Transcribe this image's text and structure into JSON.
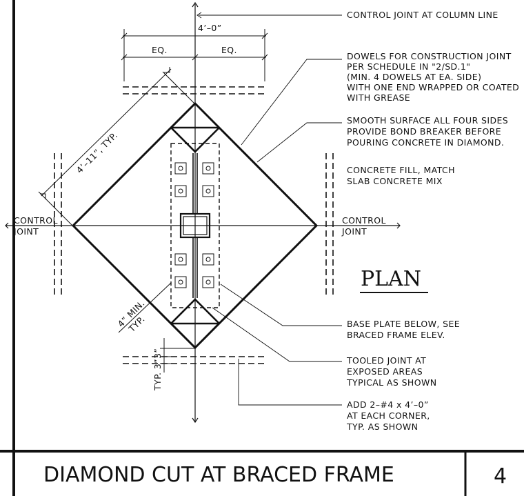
{
  "drawing": {
    "dim_top": "4’–0”",
    "dim_eq_left": "EQ.",
    "dim_eq_right": "EQ.",
    "dim_diag": "4’–11”, TYP.",
    "dim_min_1": "4” MIN.",
    "dim_min_2": "TYP.",
    "dim_small": "TYP. 3”3”",
    "cj_left_1": "CONTROL",
    "cj_left_2": "JOINT",
    "cj_right_1": "CONTROL",
    "cj_right_2": "JOINT",
    "plan_label": "PLAN"
  },
  "notes": {
    "control_joint_column": [
      "CONTROL JOINT AT COLUMN LINE"
    ],
    "dowels": [
      "DOWELS FOR CONSTRUCTION JOINT",
      "PER SCHEDULE IN \"2/SD.1\"",
      "(MIN. 4 DOWELS AT EA. SIDE)",
      "WITH ONE END WRAPPED OR COATED",
      "WITH GREASE"
    ],
    "smooth_surface": [
      "SMOOTH SURFACE ALL FOUR SIDES",
      "PROVIDE BOND BREAKER BEFORE",
      "POURING CONCRETE IN DIAMOND."
    ],
    "concrete_fill": [
      "CONCRETE FILL, MATCH",
      "SLAB CONCRETE MIX"
    ],
    "base_plate": [
      "BASE PLATE BELOW, SEE",
      "BRACED FRAME ELEV."
    ],
    "tooled_joint": [
      "TOOLED JOINT AT",
      "EXPOSED AREAS",
      "TYPICAL AS SHOWN"
    ],
    "add_bars": [
      "ADD 2–#4 x 4’–0”",
      "AT EACH CORNER,",
      "TYP. AS SHOWN"
    ]
  },
  "title_block": {
    "title": "DIAMOND CUT AT BRACED FRAME",
    "number": "4"
  },
  "colors": {
    "ink": "#111111",
    "paper": "#ffffff"
  }
}
